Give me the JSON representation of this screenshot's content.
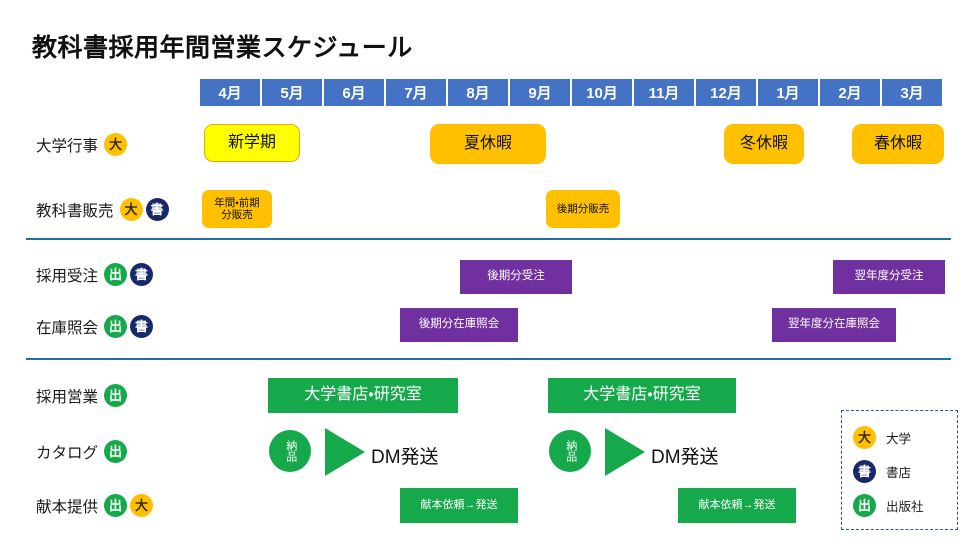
{
  "title": "教科書採用年間営業スケジュール",
  "months": [
    "4月",
    "5月",
    "6月",
    "7月",
    "8月",
    "9月",
    "10月",
    "11月",
    "12月",
    "1月",
    "2月",
    "3月"
  ],
  "rows": [
    {
      "label": "大学行事",
      "badges": [
        "大"
      ]
    },
    {
      "label": "教科書販売",
      "badges": [
        "大",
        "書"
      ]
    },
    {
      "label": "採用受注",
      "badges": [
        "出",
        "書"
      ]
    },
    {
      "label": "在庫照会",
      "badges": [
        "出",
        "書"
      ]
    },
    {
      "label": "採用営業",
      "badges": [
        "出"
      ]
    },
    {
      "label": "カタログ",
      "badges": [
        "出"
      ]
    },
    {
      "label": "献本提供",
      "badges": [
        "出",
        "大"
      ]
    }
  ],
  "bars": {
    "new_term": "新学期",
    "summer_holiday": "夏休暇",
    "winter_holiday": "冬休暇",
    "spring_holiday": "春休暇",
    "annual_first_sales": "年間・前期\n分販売",
    "later_sales": "後期分販売",
    "later_order": "後期分受注",
    "next_year_order": "翌年度分受注",
    "later_stock_check": "後期分在庫照会",
    "next_year_stock_check": "翌年度分在庫照会",
    "univ_shop_lab_1": "大学書店・研究室",
    "univ_shop_lab_2": "大学書店・研究室",
    "delivery_1": "納品",
    "delivery_2": "納品",
    "dm_send_1": "DM発送",
    "dm_send_2": "DM発送",
    "donation_request_1": "献本依頼→発送",
    "donation_request_2": "献本依頼→発送"
  },
  "legend": [
    {
      "badge": "大",
      "text": "大学"
    },
    {
      "badge": "書",
      "text": "書店"
    },
    {
      "badge": "出",
      "text": "出版社"
    }
  ],
  "colors": {
    "header_blue": "#4472c4",
    "divider_blue": "#1f6fa5",
    "yellow": "#ffff00",
    "orange": "#ffc000",
    "purple": "#7030a0",
    "green": "#16a94b",
    "navy": "#17286b",
    "legend_border": "#2f5597"
  }
}
